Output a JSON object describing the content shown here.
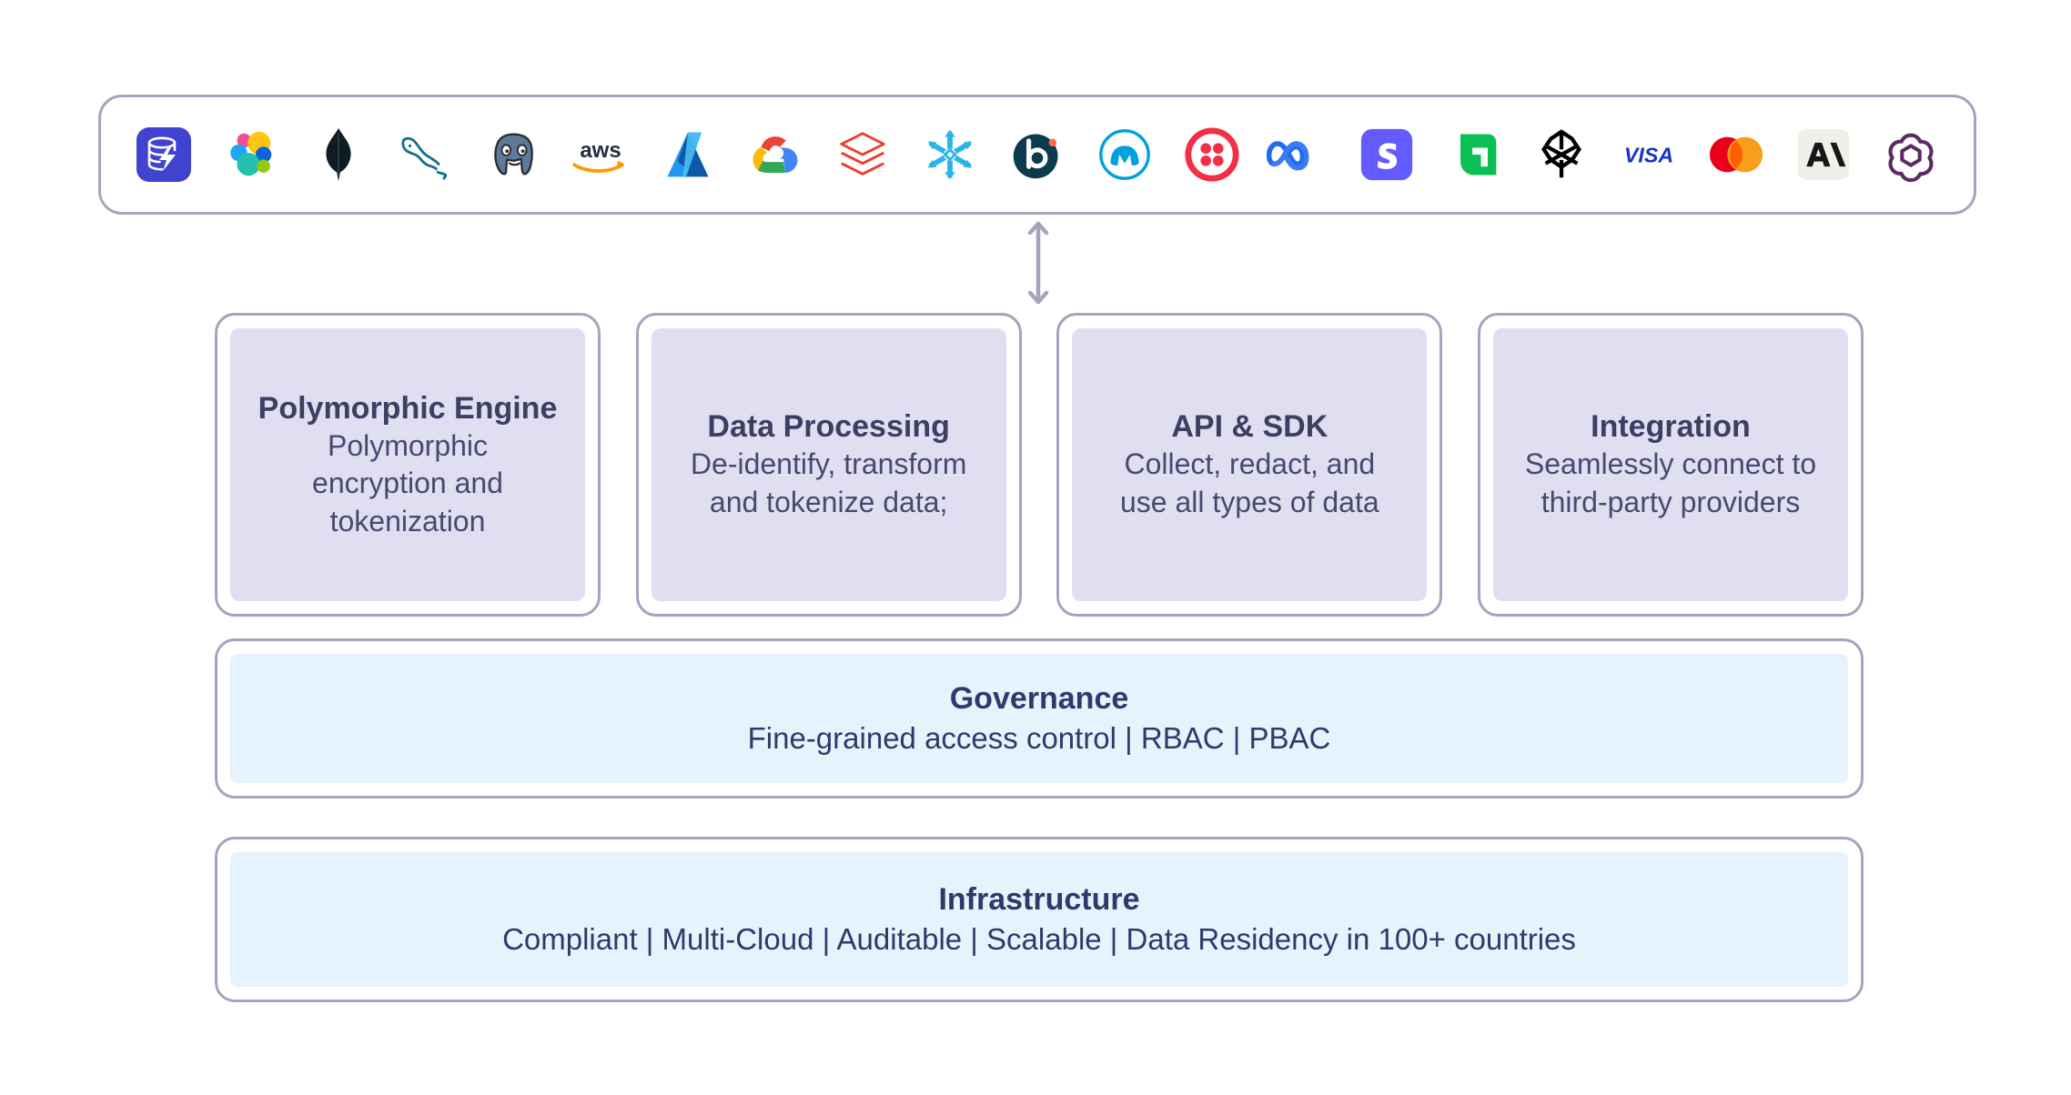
{
  "diagram": {
    "logo_bar": {
      "logos": [
        {
          "name": "skyflow-icon",
          "label": "Skyflow"
        },
        {
          "name": "elasticsearch-icon",
          "label": "Elasticsearch"
        },
        {
          "name": "mongodb-icon",
          "label": "MongoDB"
        },
        {
          "name": "mysql-icon",
          "label": "MySQL"
        },
        {
          "name": "postgresql-icon",
          "label": "PostgreSQL"
        },
        {
          "name": "aws-icon",
          "label": "aws"
        },
        {
          "name": "azure-icon",
          "label": "Microsoft Azure"
        },
        {
          "name": "google-cloud-icon",
          "label": "Google Cloud"
        },
        {
          "name": "databricks-icon",
          "label": "Databricks"
        },
        {
          "name": "snowflake-icon",
          "label": "Snowflake"
        },
        {
          "name": "braze-icon",
          "label": "Braze"
        },
        {
          "name": "mulesoft-icon",
          "label": "MuleSoft"
        },
        {
          "name": "twilio-icon",
          "label": "Twilio"
        },
        {
          "name": "meta-icon",
          "label": "Meta"
        },
        {
          "name": "stripe-icon",
          "label": "Stripe"
        },
        {
          "name": "adyen-icon",
          "label": "Adyen"
        },
        {
          "name": "marqeta-icon",
          "label": "Marqeta"
        },
        {
          "name": "visa-icon",
          "label": "VISA"
        },
        {
          "name": "mastercard-icon",
          "label": "Mastercard"
        },
        {
          "name": "anthropic-icon",
          "label": "Anthropic"
        },
        {
          "name": "openai-icon",
          "label": "OpenAI"
        }
      ]
    },
    "connector": {
      "name": "bidirectional-arrow",
      "direction": "vertical-two-way"
    },
    "cards": [
      {
        "title": "Polymorphic Engine",
        "description": "Polymorphic encryption and tokenization"
      },
      {
        "title": "Data Processing",
        "description": "De-identify, transform and tokenize data;"
      },
      {
        "title": "API & SDK",
        "description": "Collect, redact, and use all types of data"
      },
      {
        "title": "Integration",
        "description": "Seamlessly connect to third-party providers"
      }
    ],
    "bands": [
      {
        "title": "Governance",
        "description": "Fine-grained access control | RBAC | PBAC"
      },
      {
        "title": "Infrastructure",
        "description": "Compliant | Multi-Cloud | Auditable | Scalable  | Data Residency in 100+ countries"
      }
    ]
  },
  "colors": {
    "border": "#a6a3bd",
    "card_fill": "#dfdff1",
    "band_fill": "#e6f2fc",
    "card_text": "#3f3d63",
    "band_text": "#2e3a6b",
    "background": "#ffffff"
  }
}
